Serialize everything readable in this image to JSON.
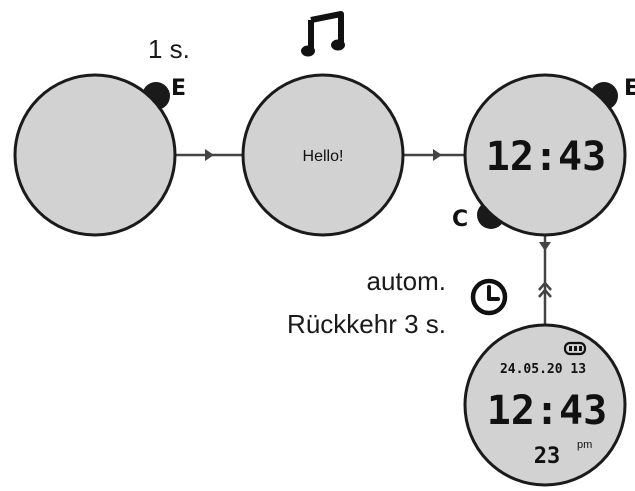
{
  "step1": {
    "press_time": "1 s.",
    "button": "E"
  },
  "step2": {
    "sound_icon": "music-note-icon",
    "screen_text": "Hello!"
  },
  "step3": {
    "time": "12:43",
    "button_top": "E",
    "button_left": "C"
  },
  "auto_return": {
    "line1": "autom.",
    "line2": "Rückkehr 3 s.",
    "icon": "clock-icon"
  },
  "step4": {
    "battery_icon": "battery-icon",
    "date": "24.05.20 13",
    "time": "12:43",
    "seconds": "23",
    "ampm": "pm"
  }
}
